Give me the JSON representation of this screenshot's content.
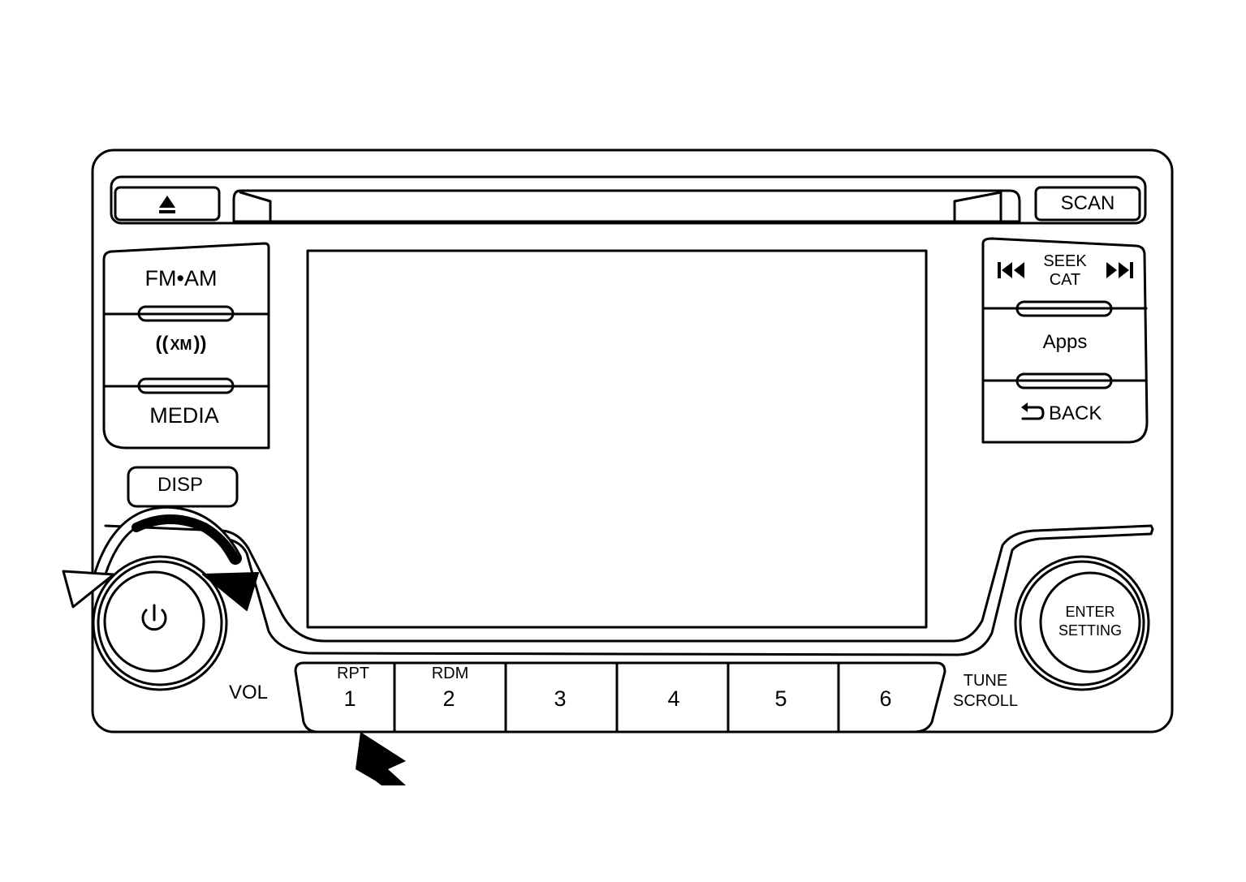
{
  "top_row": {
    "eject_icon": "eject-icon",
    "scan_label": "SCAN"
  },
  "left_panel": {
    "fm_am_label": "FM•AM",
    "xm_label": "XM",
    "media_label": "MEDIA",
    "disp_label": "DISP"
  },
  "right_panel": {
    "seek_label": "SEEK",
    "cat_label": "CAT",
    "apps_label": "Apps",
    "back_label": "BACK",
    "seek_prev_icon": "skip-back-icon",
    "seek_next_icon": "skip-forward-icon",
    "back_icon": "back-arrow-icon"
  },
  "knobs": {
    "vol_label": "VOL",
    "power_icon": "power-icon",
    "enter_label": "ENTER",
    "setting_label": "SETTING",
    "tune_label": "TUNE",
    "scroll_label": "SCROLL"
  },
  "presets": [
    {
      "top": "RPT",
      "number": "1"
    },
    {
      "top": "RDM",
      "number": "2"
    },
    {
      "top": "",
      "number": "3"
    },
    {
      "top": "",
      "number": "4"
    },
    {
      "top": "",
      "number": "5"
    },
    {
      "top": "",
      "number": "6"
    }
  ],
  "annotations": {
    "rotate_arrows": "rotate-arrows-icon",
    "pointer_arrow": "pointer-arrow-icon"
  },
  "colors": {
    "line": "#000000",
    "background": "#ffffff"
  }
}
